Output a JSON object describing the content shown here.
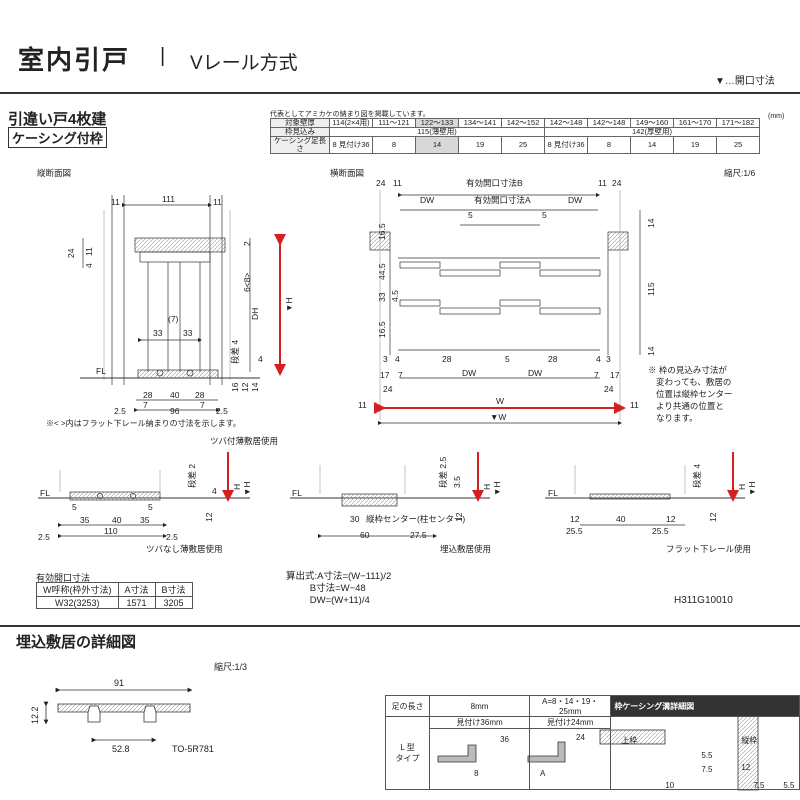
{
  "header": {
    "title": "室内引戸",
    "separator": "|",
    "subtitle": "Vレール方式",
    "legend": "▼…開口寸法"
  },
  "product": {
    "type": "引違い戸4枚建",
    "frame": "ケーシング付枠"
  },
  "spec_table": {
    "note": "代表としてアミカケの納まり図を掲載しています。",
    "unit": "(mm)",
    "rows": [
      {
        "label": "対象壁厚",
        "cells": [
          "114(2×4用)",
          "111〜121",
          "122〜133",
          "134〜141",
          "142〜152",
          "142〜148",
          "142〜148",
          "149〜160",
          "161〜170",
          "171〜182"
        ]
      },
      {
        "label": "枠見込み",
        "cells": [
          "115(薄壁用)",
          "142(厚壁用)"
        ]
      },
      {
        "label": "ケーシング足長さ",
        "cells": [
          "8",
          "見付け36",
          "8",
          "14",
          "19",
          "25",
          "8",
          "見付け36",
          "8",
          "14",
          "19",
          "25"
        ]
      }
    ]
  },
  "views": {
    "vertical": "縦断面図",
    "horizontal": "横断面図",
    "scale": "縮尺:1/6"
  },
  "vertical_dims": {
    "top": "111",
    "side_a": "11",
    "side_b": "11",
    "v24": "24",
    "v4": "4",
    "v11": "11",
    "v6": "6<8>",
    "v2": "2",
    "h33a": "33",
    "h33b": "33",
    "h7": "(7)",
    "dh": "DH",
    "h": "▼H",
    "step": "段差 4",
    "v14": "14",
    "v12": "12",
    "v16": "16",
    "fl": "FL",
    "b28a": "28",
    "b40": "40",
    "b28b": "28",
    "b7a": "7",
    "b7b": "7",
    "b25a": "2.5",
    "b96": "96",
    "b25b": "2.5",
    "note": "※< >内はフラット下レール納まりの寸法を示します。"
  },
  "horizontal_dims": {
    "open_b": "有効開口寸法B",
    "open_a": "有効開口寸法A",
    "dw1": "DW",
    "dw2": "DW",
    "n5a": "5",
    "n5b": "5",
    "n24a": "24",
    "n11a": "11",
    "n11b": "11",
    "n24b": "24",
    "n14a": "14",
    "n165a": "16.5",
    "n445": "44.5",
    "n33": "33",
    "n45": "4.5",
    "n165b": "16.5",
    "n115": "115",
    "n14b": "14",
    "n3": "3",
    "n4a": "4",
    "n28a": "28",
    "n5c": "5",
    "n28b": "28",
    "n4b": "4",
    "n3b": "3",
    "n17a": "17",
    "n7a": "7",
    "dw3": "DW",
    "dw4": "DW",
    "n7b": "7",
    "n17b": "17",
    "n24c": "24",
    "n24d": "24",
    "n11c": "11",
    "w": "W",
    "vw": "▼W",
    "n11d": "11",
    "note": "※ 枠の見込み寸法が\n変わっても、敷居の\n位置は縦枠センター\nより共通の位置と\nなります。"
  },
  "sills": {
    "a": {
      "caption_top": "ツバ付薄敷居使用",
      "caption": "ツバなし薄敷居使用",
      "step": "段差 2",
      "fl": "FL",
      "d5a": "5",
      "d35a": "35",
      "d40": "40",
      "d35b": "35",
      "d5b": "5",
      "d25a": "2.5",
      "d110": "110",
      "d25b": "2.5",
      "d12": "12",
      "d4": "4",
      "h1": "H",
      "h2": "▼H"
    },
    "b": {
      "caption": "埋込敷居使用",
      "step": "段差 2.5",
      "fl": "FL",
      "d35": "3.5",
      "d30": "30",
      "center": "縦枠センター(柱センター)",
      "d60": "60",
      "d275": "27.5",
      "d12": "12",
      "h1": "H",
      "h2": "▼H"
    },
    "c": {
      "caption": "フラット下レール使用",
      "step": "段差 4",
      "fl": "FL",
      "d12a": "12",
      "d40": "40",
      "d12b": "12",
      "d255a": "25.5",
      "d255b": "25.5",
      "d12c": "12",
      "h1": "H",
      "h2": "▼H"
    }
  },
  "dims_table": {
    "title": "有効開口寸法",
    "headers": [
      "W呼称(枠外寸法)",
      "A寸法",
      "B寸法"
    ],
    "row": [
      "W32(3253)",
      "1571",
      "3205"
    ]
  },
  "formula": "算出式:A寸法=(W−111)/2\n         B寸法=W−48\n         DW=(W+11)/4",
  "drawing_code": "H311G10010",
  "detail": {
    "title": "埋込敷居の詳細図",
    "scale": "縮尺:1/3",
    "d91": "91",
    "d122": "12.2",
    "d528": "52.8",
    "code": "TO-5R781"
  },
  "casing_table": {
    "col0": "足の長さ",
    "col1": "8mm",
    "col2": "A=8・14・19・25mm",
    "col3": "枠ケーシング溝詳細図",
    "sub1": "見付け36mm",
    "sub2": "見付け24mm",
    "row_label": "L 型\nタイプ",
    "d36": "36",
    "d8": "8",
    "d24": "24",
    "da": "A",
    "top_frame": "上枠",
    "side_frame": "縦枠",
    "d55a": "5.5",
    "d75a": "7.5",
    "d10": "10",
    "d12": "12",
    "d75b": "7.5",
    "d55b": "5.5"
  }
}
